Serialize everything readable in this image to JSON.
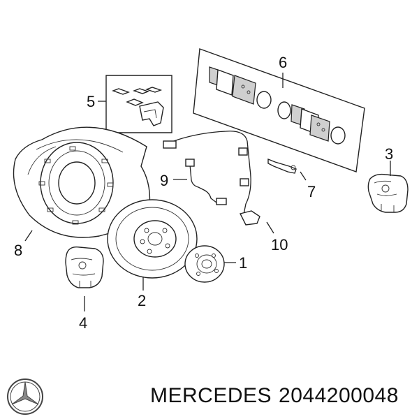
{
  "callouts": {
    "c1": "1",
    "c2": "2",
    "c3": "3",
    "c4": "4",
    "c5": "5",
    "c6": "6",
    "c7": "7",
    "c8": "8",
    "c9": "9",
    "c10": "10"
  },
  "footer": {
    "brand": "MERCEDES",
    "part_number": "2044200048"
  },
  "logo_icon": "mercedes-star-icon"
}
